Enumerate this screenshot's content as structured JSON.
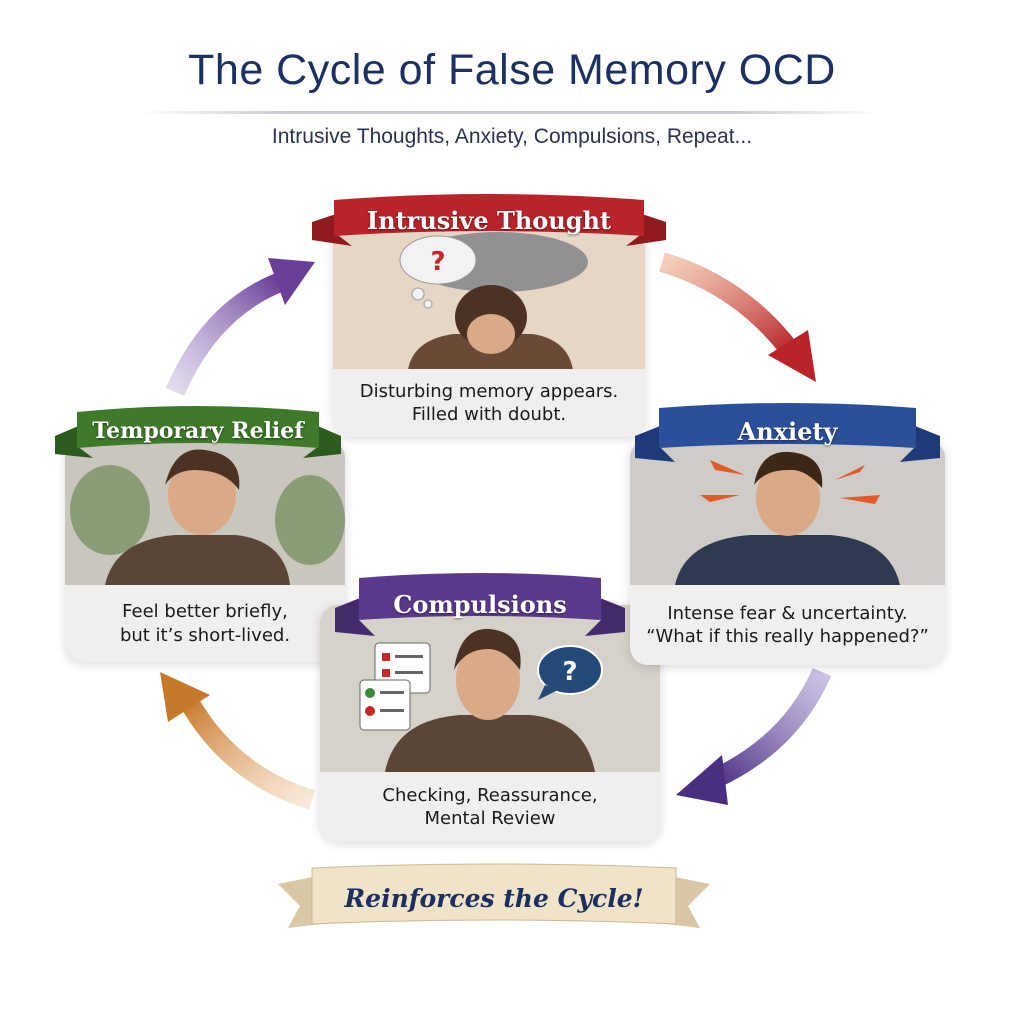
{
  "header": {
    "title": "The Cycle of False Memory OCD",
    "subtitle": "Intrusive Thoughts, Anxiety, Compulsions, Repeat..."
  },
  "stages": [
    {
      "label": "Intrusive Thought",
      "color": "#b8242a",
      "caption_line1": "Disturbing memory appears.",
      "caption_line2": "Filled with doubt."
    },
    {
      "label": "Anxiety",
      "color": "#2c4f9a",
      "caption_line1": "Intense fear & uncertainty.",
      "caption_line2": "“What if this really happened?”"
    },
    {
      "label": "Compulsions",
      "color": "#5b3a8c",
      "caption_line1": "Checking, Reassurance,",
      "caption_line2": "Mental Review"
    },
    {
      "label": "Temporary Relief",
      "color": "#3f7a2a",
      "caption_line1": "Feel better briefly,",
      "caption_line2": "but it’s short-lived."
    }
  ],
  "footer": {
    "banner": "Reinforces the Cycle!"
  },
  "icons": {
    "thought_bubble": "?",
    "speech_bubble": "?"
  }
}
